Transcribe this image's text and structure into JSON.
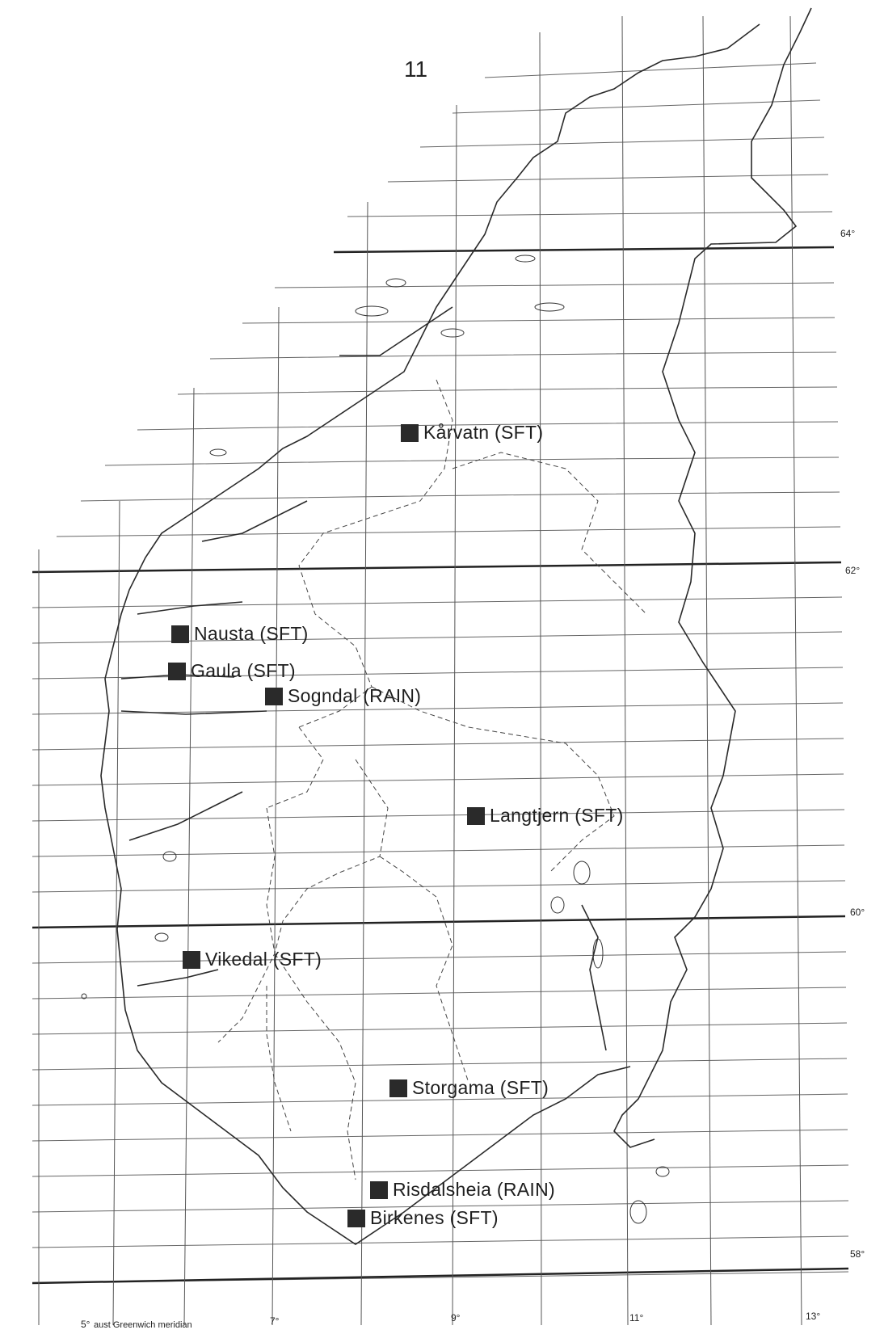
{
  "page_number": "11",
  "stations": [
    {
      "id": "karvatn",
      "label": "Kårvatn (SFT)"
    },
    {
      "id": "nausta",
      "label": "Nausta (SFT)"
    },
    {
      "id": "gaula",
      "label": "Gaula (SFT)"
    },
    {
      "id": "sogndal",
      "label": "Sogndal (RAIN)"
    },
    {
      "id": "langtjern",
      "label": "Langtjern (SFT)"
    },
    {
      "id": "vikedal",
      "label": "Vikedal (SFT)"
    },
    {
      "id": "storgama",
      "label": "Storgama (SFT)"
    },
    {
      "id": "risdalsheia",
      "label": "Risdalsheia (RAIN)"
    },
    {
      "id": "birkenes",
      "label": "Birkenes (SFT)"
    }
  ],
  "latitude_labels": {
    "lat64": "64°",
    "lat62": "62°",
    "lat60": "60°",
    "lat58": "58°"
  },
  "longitude_labels": {
    "lon5": "5°",
    "lon7": "7°",
    "lon9": "9°",
    "lon11": "11°",
    "lon13": "13°"
  },
  "meridian_note": "aust Greenwich meridian",
  "colors": {
    "ink": "#2a2a2a",
    "grid": "#555555",
    "paper": "#ffffff"
  }
}
